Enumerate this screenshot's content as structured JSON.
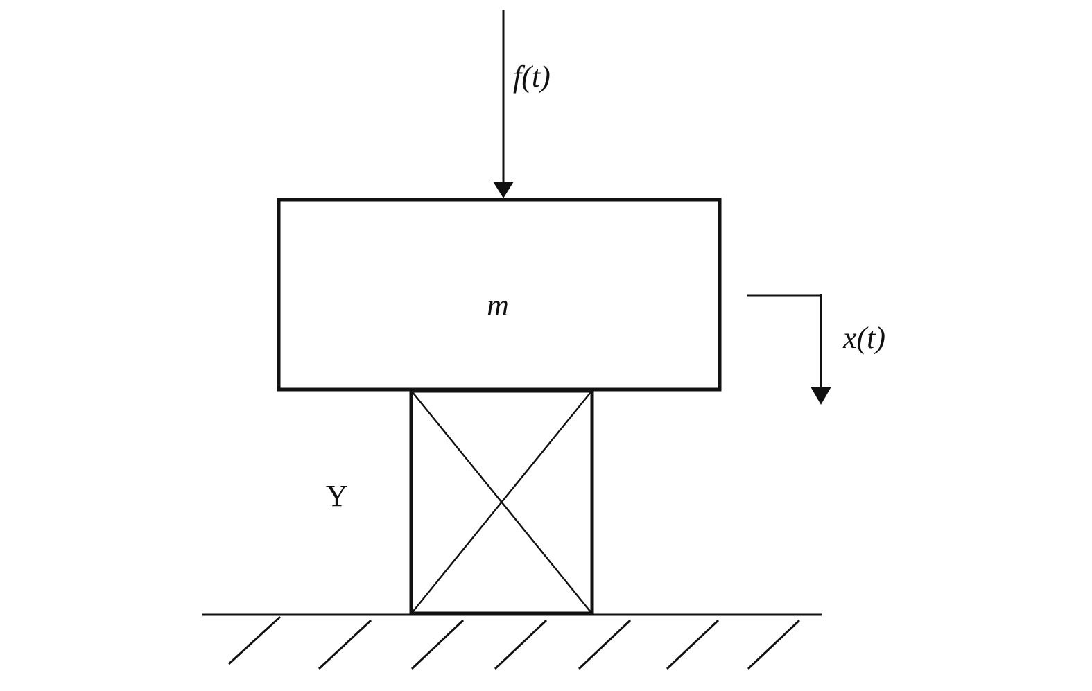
{
  "diagram": {
    "force_label": "f(t)",
    "mass_label": "m",
    "displacement_label": "x(t)",
    "spring_label": "Y"
  },
  "colors": {
    "stroke": "#111111",
    "background": "#ffffff"
  }
}
